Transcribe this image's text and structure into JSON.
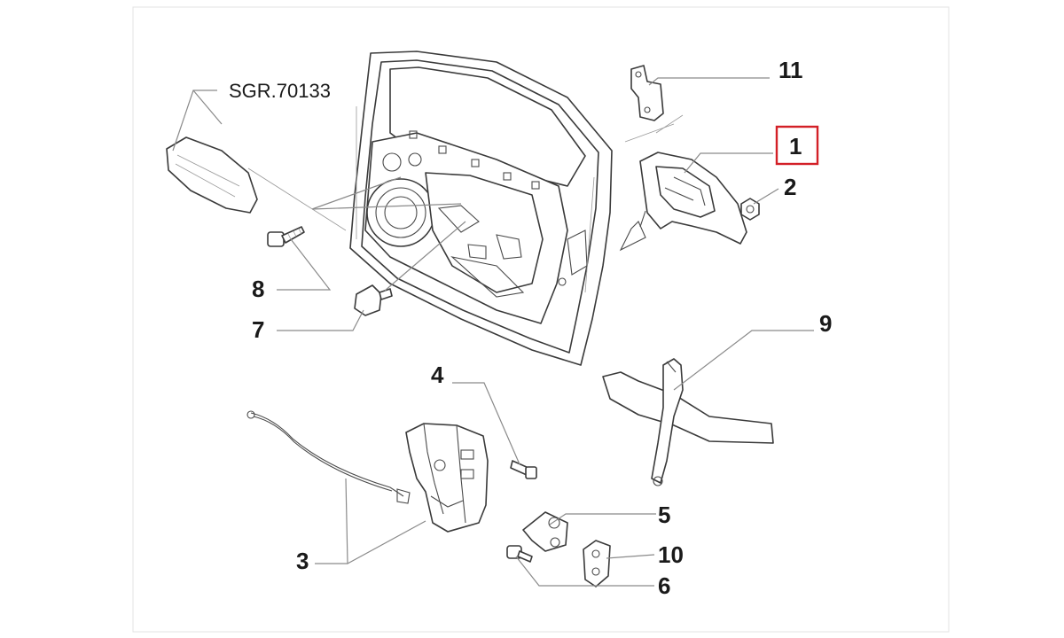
{
  "callouts": {
    "ref": "SGR.70133",
    "c1": "1",
    "c2": "2",
    "c3": "3",
    "c4": "4",
    "c5": "5",
    "c6": "6",
    "c7": "7",
    "c8": "8",
    "c9": "9",
    "c10": "10",
    "c11": "11"
  },
  "highlighted_callout": "1",
  "colors": {
    "highlight": "#d32027",
    "line": "#3a3a3a",
    "leader": "#8a8a8a"
  }
}
